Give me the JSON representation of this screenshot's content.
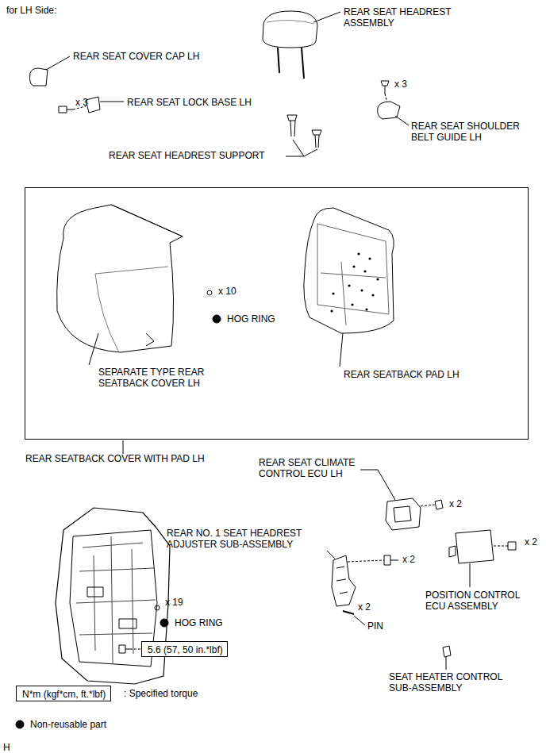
{
  "diagram": {
    "nodes": [
      {
        "text": [
          "REAR SEATBACK COVER WITH PAD LH"
        ]
      },
      {
        "text": [
          "5.6 (57, 50 in.*lbf)"
        ]
      },
      {
        "text": [
          "N*m (kgf*cm, ft.*lbf)"
        ]
      }
    ],
    "labels": [
      "for LH Side:",
      "REAR SEAT HEADREST ASSEMBLY",
      "REAR SEAT COVER CAP LH",
      "x 3",
      "REAR SEAT LOCK BASE LH",
      "x 3",
      "REAR SEAT SHOULDER BELT GUIDE LH",
      "REAR SEAT HEADREST SUPPORT",
      "SEPARATE TYPE REAR SEATBACK COVER LH",
      "x 10",
      "HOG RING",
      "REAR SEATBACK PAD LH",
      "REAR SEAT CLIMATE CONTROL ECU LH",
      "x 2",
      "REAR NO. 1 SEAT HEADREST ADJUSTER SUB-ASSEMBLY",
      "x 2",
      "x 2",
      "PIN",
      "x 2",
      "POSITION CONTROL ECU ASSEMBLY",
      "x 19",
      "HOG RING",
      "SEAT HEATER CONTROL SUB-ASSEMBLY",
      ": Specified torque",
      "H"
    ],
    "legend": [
      {
        "text": "Non-reusable part"
      }
    ]
  }
}
